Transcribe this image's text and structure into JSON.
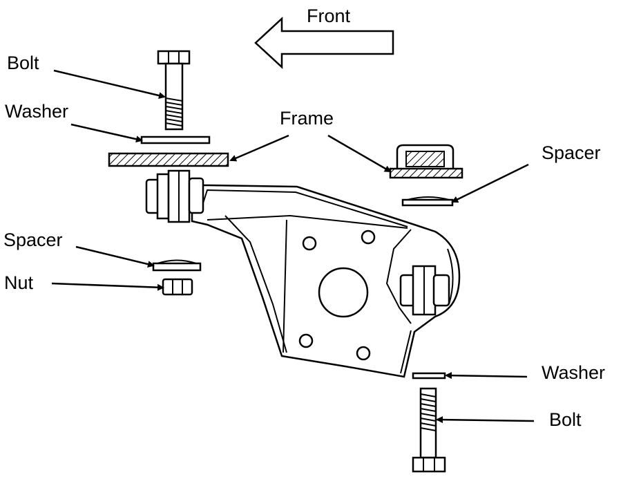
{
  "labels": {
    "front": "Front",
    "bolt_top": "Bolt",
    "washer_top": "Washer",
    "frame": "Frame",
    "spacer_right": "Spacer",
    "spacer_left": "Spacer",
    "nut": "Nut",
    "washer_bottom": "Washer",
    "bolt_bottom": "Bolt"
  }
}
